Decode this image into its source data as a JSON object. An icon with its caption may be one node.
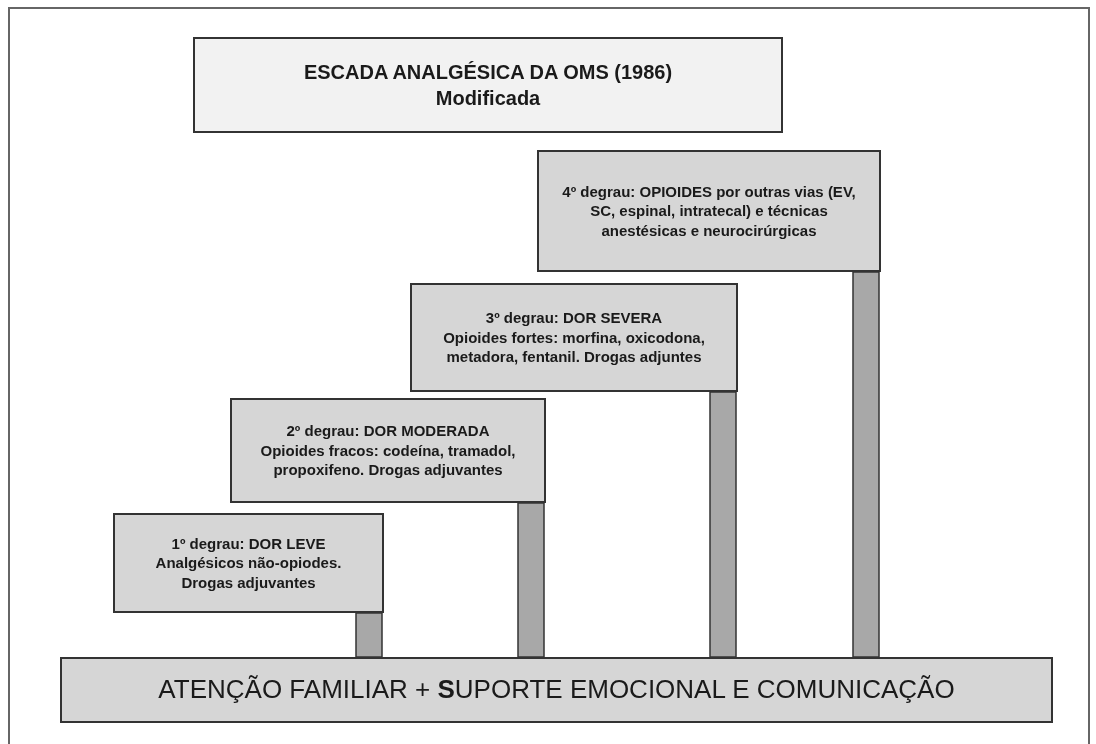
{
  "diagram": {
    "nodes": [
      {
        "text": [
          "ESCADA ANALGÉSICA DA OMS (1986)",
          "Modificada"
        ]
      },
      {
        "text": [
          "4º degrau: OPIOIDES por outras vias (EV, SC, espinal, intratecal) e técnicas anestésicas e neurocirúrgicas"
        ]
      },
      {
        "text": [
          "3º degrau: DOR SEVERA",
          "Opioides fortes: morfina, oxicodona, metadora, fentanil. Drogas adjuntes"
        ]
      },
      {
        "text": [
          "2º degrau: DOR MODERADA",
          "Opioides fracos: codeína, tramadol, propoxifeno. Drogas adjuvantes"
        ]
      },
      {
        "text": [
          "1º degrau: DOR LEVE",
          "Analgésicos não-opiodes. Drogas adjuvantes"
        ]
      },
      {
        "text": [
          "ATENÇÃO FAMILIAR + **S**UPORTE EMOCIONAL E COMUNICAÇÃO"
        ]
      }
    ],
    "edges": [
      {
        "from": 4,
        "to": 5,
        "arrow": "none",
        "style": "thick"
      },
      {
        "from": 3,
        "to": 5,
        "arrow": "none",
        "style": "thick"
      },
      {
        "from": 2,
        "to": 5,
        "arrow": "none",
        "style": "thick"
      },
      {
        "from": 1,
        "to": 5,
        "arrow": "none",
        "style": "thick"
      }
    ]
  }
}
